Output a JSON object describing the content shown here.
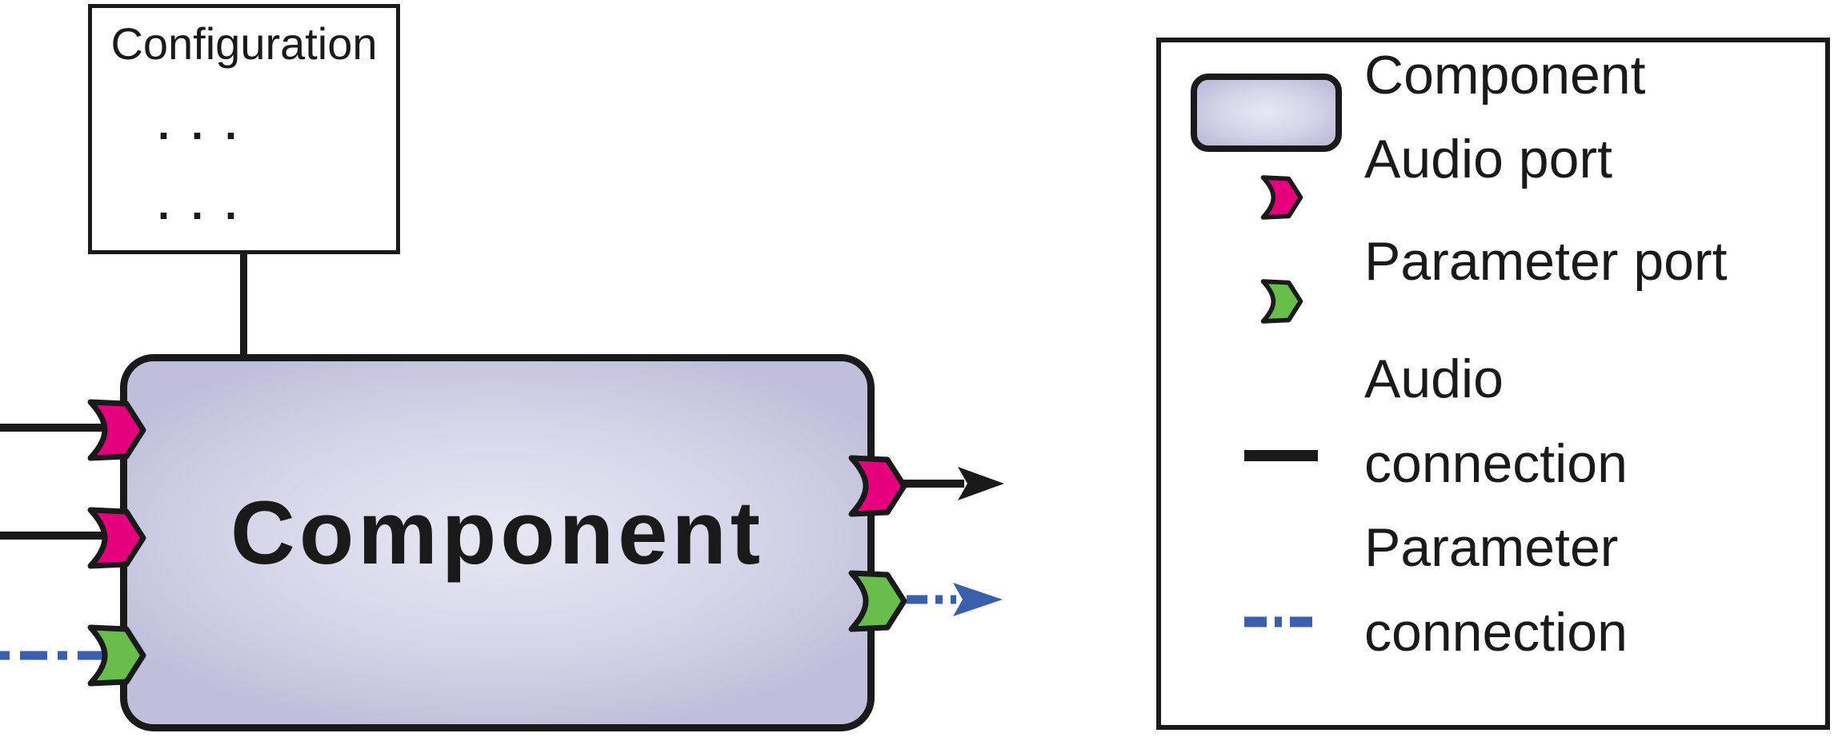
{
  "colors": {
    "outline": "#1a1a1a",
    "audio_port": "#e5007d",
    "parameter_port": "#69be4b",
    "audio_connection": "#1a1a1a",
    "parameter_connection": "#3a5fac",
    "component_fill_edge": "#bfbfdc",
    "component_fill_center": "#e7e7f4"
  },
  "diagram": {
    "configuration_box": {
      "title": "Configuration",
      "rows": [
        ". . .",
        ". . ."
      ]
    },
    "component_box": {
      "label": "Component",
      "input_ports": [
        "audio",
        "audio",
        "parameter"
      ],
      "output_ports": [
        "audio",
        "parameter"
      ]
    }
  },
  "legend": {
    "items": [
      {
        "id": "component",
        "label": "Component"
      },
      {
        "id": "audio-port",
        "label": "Audio port"
      },
      {
        "id": "parameter-port",
        "label": "Parameter port"
      },
      {
        "id": "audio-connection",
        "label": "Audio connection"
      },
      {
        "id": "parameter-connection",
        "label": "Parameter connection"
      }
    ]
  }
}
